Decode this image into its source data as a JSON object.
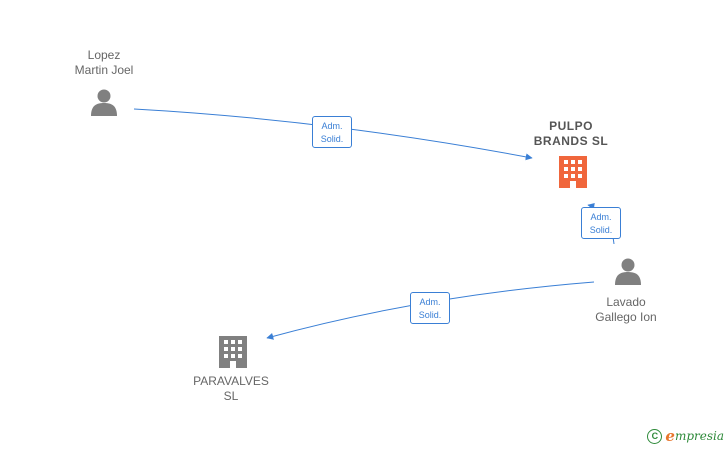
{
  "colors": {
    "edge": "#3a7fd5",
    "person": "#808080",
    "company_highlight": "#f0663c",
    "company": "#808080",
    "brand_green": "#2e8a3a",
    "brand_orange": "#e8762c"
  },
  "nodes": {
    "lopez": {
      "type": "person",
      "icon": "person-icon",
      "line1": "Lopez",
      "line2": "Martin Joel"
    },
    "pulpo": {
      "type": "company",
      "icon": "building-icon",
      "line1": "PULPO",
      "line2": "BRANDS  SL"
    },
    "lavado": {
      "type": "person",
      "icon": "person-icon",
      "line1": "Lavado",
      "line2": "Gallego Ion"
    },
    "paravalves": {
      "type": "company",
      "icon": "building-icon",
      "line1": "PARAVALVES",
      "line2": "SL"
    }
  },
  "edges": [
    {
      "from": "lopez",
      "to": "pulpo",
      "line1": "Adm.",
      "line2": "Solid."
    },
    {
      "from": "lavado",
      "to": "pulpo",
      "line1": "Adm.",
      "line2": "Solid."
    },
    {
      "from": "lavado",
      "to": "paravalves",
      "line1": "Adm.",
      "line2": "Solid."
    }
  ],
  "brand": {
    "copyright_symbol": "C",
    "logo_initial": "e",
    "logo_rest": "mpresia"
  }
}
